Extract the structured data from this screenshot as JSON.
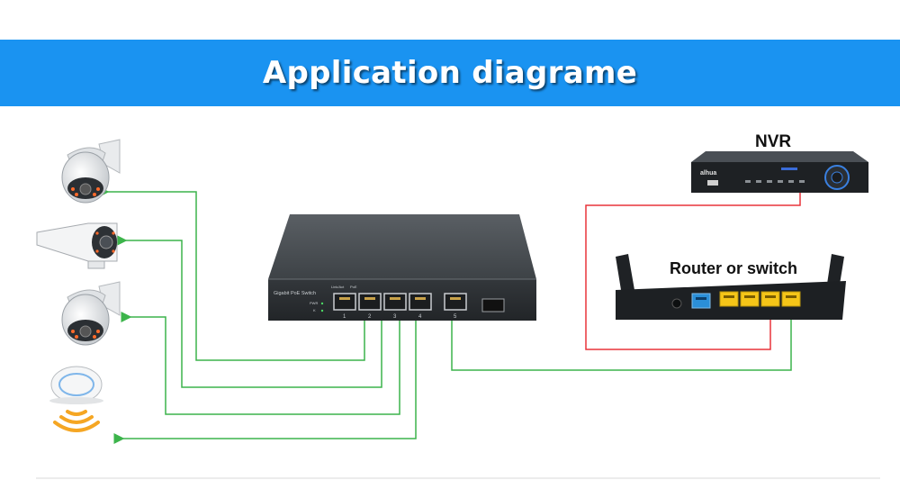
{
  "banner": {
    "title": "Application diagrame",
    "color": "#1a93f1"
  },
  "switch": {
    "name": "Gigabit PoE Switch",
    "led_labels": [
      "Link/Act",
      "PoE"
    ],
    "status_labels": [
      "PWR",
      "K"
    ],
    "port_numbers": [
      "1",
      "2",
      "3",
      "4",
      "5"
    ]
  },
  "nvr": {
    "label": "NVR",
    "brand": "alhua"
  },
  "router": {
    "label": "Router or switch"
  },
  "devices": [
    "speed-dome-camera",
    "bullet-camera",
    "speed-dome-camera",
    "wireless-access-point"
  ],
  "colors": {
    "poe_link": "#3cb44b",
    "uplink": "#3cb44b",
    "nvr_link": "#e8333a",
    "port_yellow": "#f5c518",
    "port_blue": "#2b8fd8"
  }
}
